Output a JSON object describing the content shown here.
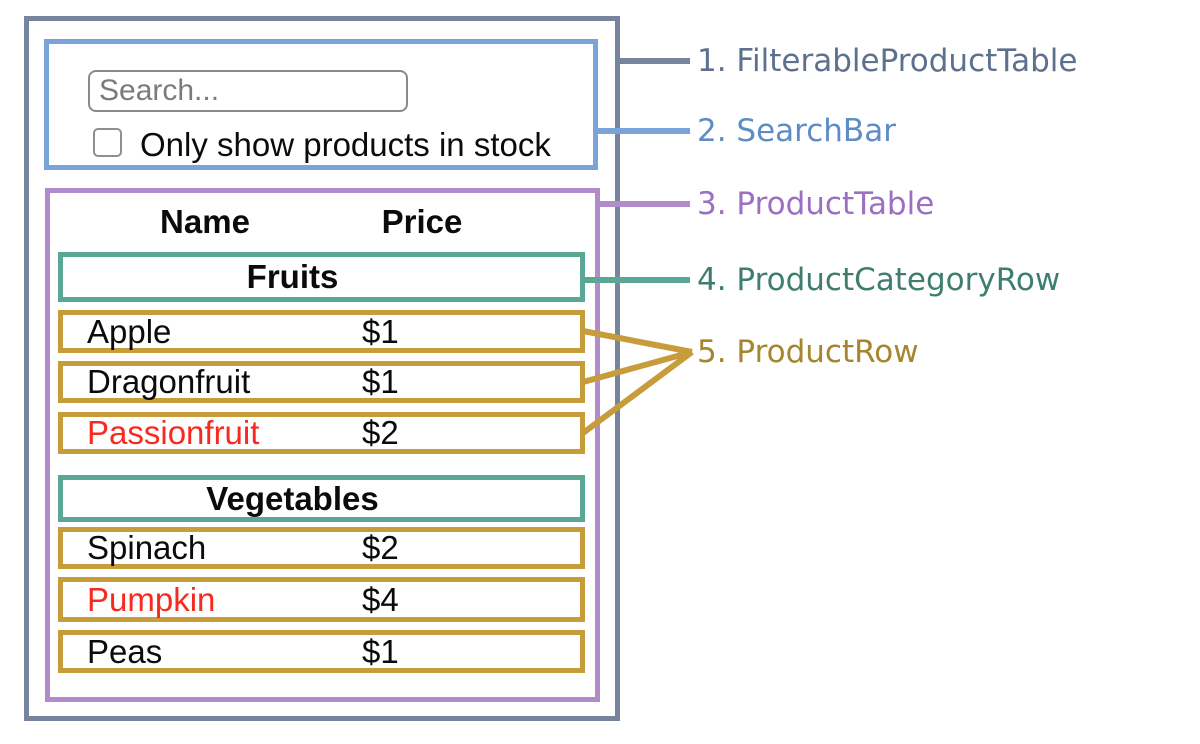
{
  "search_bar": {
    "search_placeholder": "Search...",
    "checkbox_label": "Only show products in stock",
    "checkbox_checked": false
  },
  "product_table": {
    "headers": {
      "name": "Name",
      "price": "Price"
    },
    "sections": [
      {
        "category": "Fruits",
        "rows": [
          {
            "name": "Apple",
            "price": "$1",
            "out_of_stock": false
          },
          {
            "name": "Dragonfruit",
            "price": "$1",
            "out_of_stock": false
          },
          {
            "name": "Passionfruit",
            "price": "$2",
            "out_of_stock": true
          }
        ]
      },
      {
        "category": "Vegetables",
        "rows": [
          {
            "name": "Spinach",
            "price": "$2",
            "out_of_stock": false
          },
          {
            "name": "Pumpkin",
            "price": "$4",
            "out_of_stock": true
          },
          {
            "name": "Peas",
            "price": "$1",
            "out_of_stock": false
          }
        ]
      }
    ]
  },
  "legend": [
    {
      "text": "1. FilterableProductTable",
      "color": "#5d708e"
    },
    {
      "text": "2. SearchBar",
      "color": "#5f8cc7"
    },
    {
      "text": "3. ProductTable",
      "color": "#9c6fc2"
    },
    {
      "text": "4. ProductCategoryRow",
      "color": "#3f7e6e"
    },
    {
      "text": "5. ProductRow",
      "color": "#a6862c"
    }
  ],
  "colors": {
    "filterable_product_table_border": "#76849d",
    "search_bar_border": "#7aa3d8",
    "product_table_border": "#b28bcb",
    "product_category_row_border": "#5ba795",
    "product_row_border": "#c69d3a",
    "out_of_stock_text": "#f82a1f"
  }
}
